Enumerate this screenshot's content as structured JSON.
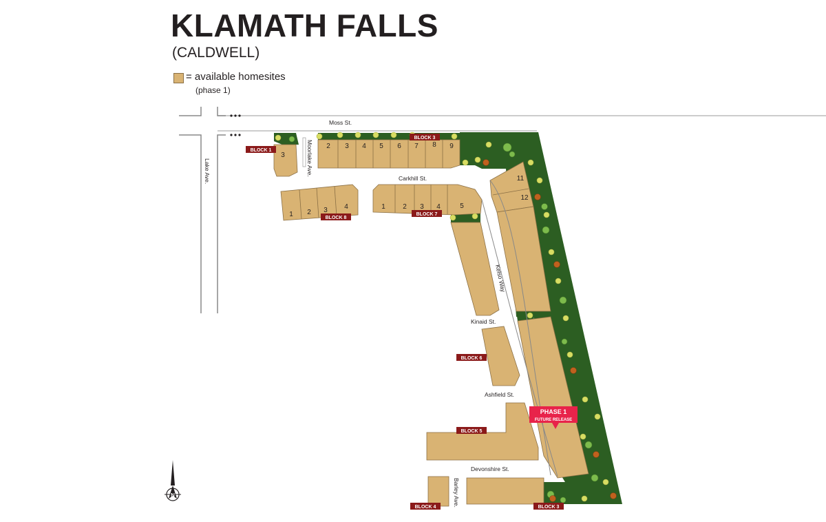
{
  "header": {
    "title": "KLAMATH FALLS",
    "subtitle": "(CALDWELL)"
  },
  "legend": {
    "label": "= available homesites",
    "sublabel": "(phase 1)",
    "swatch_color": "#d9b373"
  },
  "colors": {
    "lot": "#d9b373",
    "lot_stroke": "#8a6f45",
    "green": "#2c5e22",
    "road": "#888888",
    "block_badge": "#8b1a1a",
    "phase_badge": "#e8234a",
    "tree_yellow": "#d7dd63",
    "tree_green": "#7dbb4c",
    "tree_orange": "#c0611e"
  },
  "streets": {
    "moss": "Moss St.",
    "lake": "Lake Ave.",
    "moorlake": "Moorlake Ave.",
    "carkhill": "Carkhill St.",
    "kelso": "Kelso Way",
    "kinaid": "Kinaid St.",
    "ashfield": "Ashfield St.",
    "devonshire": "Devonshire St.",
    "barley": "Barley Ave."
  },
  "blocks": {
    "b1": "BLOCK 1",
    "b3_top": "BLOCK 3",
    "b8": "BLOCK 8",
    "b7": "BLOCK 7",
    "b6": "BLOCK 6",
    "b5": "BLOCK 5",
    "b4": "BLOCK 4",
    "b3_bottom": "BLOCK 3"
  },
  "lots": {
    "block1": [
      "3"
    ],
    "block3_top": [
      "2",
      "3",
      "4",
      "5",
      "6",
      "7",
      "8",
      "9"
    ],
    "block3_right": [
      "11",
      "12"
    ],
    "block8": [
      "1",
      "2",
      "3",
      "4"
    ],
    "block7": [
      "1",
      "2",
      "3",
      "4",
      "5"
    ]
  },
  "phase_callout": {
    "line1": "PHASE 1",
    "line2": "FUTURE RELEASE"
  },
  "compass": {
    "letter": "N"
  }
}
